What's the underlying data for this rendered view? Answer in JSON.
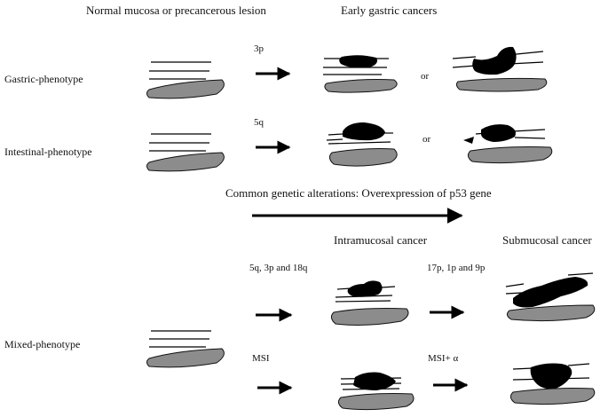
{
  "headers": {
    "normal": "Normal mucosa or precancerous lesion",
    "early": "Early gastric cancers",
    "intramucosal": "Intramucosal cancer",
    "submucosal": "Submucosal cancer"
  },
  "rows": {
    "gastric": "Gastric-phenotype",
    "intestinal": "Intestinal-phenotype",
    "mixed": "Mixed-phenotype"
  },
  "alterations": {
    "gastric": "3p",
    "intestinal": "5q",
    "mixed_top": "5q, 3p and 18q",
    "mixed_bottom": "MSI",
    "submucosal_top": "17p, 1p and 9p",
    "submucosal_bottom": "MSI+ α"
  },
  "or_word": "or",
  "common": "Common genetic alterations: Overexpression of p53 gene",
  "colors": {
    "tumor": "#000000",
    "muscle": "#8c8c8c",
    "line": "#000000"
  }
}
